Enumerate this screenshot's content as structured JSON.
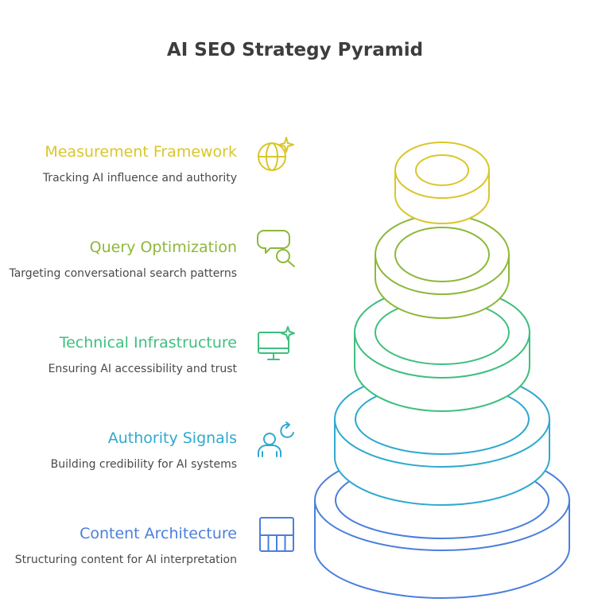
{
  "title": "AI SEO Strategy Pyramid",
  "levels": [
    {
      "name": "Measurement Framework",
      "desc": "Tracking AI influence and authority",
      "color": "#d9c62a",
      "icon": "globe-sparkle-icon"
    },
    {
      "name": "Query Optimization",
      "desc": "Targeting conversational search patterns",
      "color": "#8db83a",
      "icon": "chat-search-icon"
    },
    {
      "name": "Technical Infrastructure",
      "desc": "Ensuring AI accessibility and trust",
      "color": "#3fbf7f",
      "icon": "monitor-sparkle-icon"
    },
    {
      "name": "Authority Signals",
      "desc": "Building credibility for AI systems",
      "color": "#2fa9cf",
      "icon": "person-refresh-icon"
    },
    {
      "name": "Content Architecture",
      "desc": "Structuring content for AI interpretation",
      "color": "#4b7fdc",
      "icon": "table-grid-icon"
    }
  ]
}
